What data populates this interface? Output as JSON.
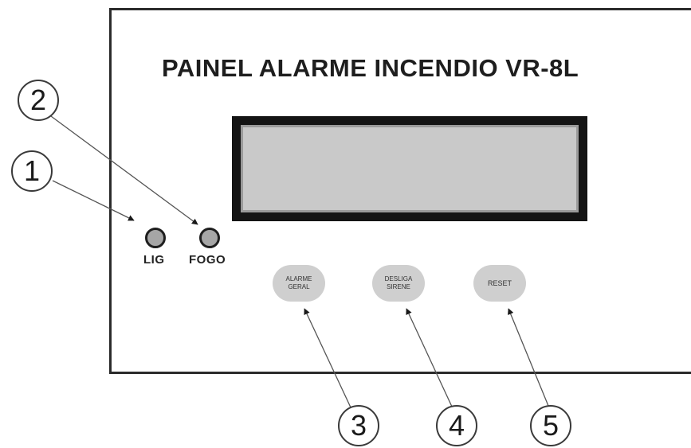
{
  "panel": {
    "title": "PAINEL ALARME INCENDIO VR-8L"
  },
  "display": {
    "text": ""
  },
  "leds": [
    {
      "label": "LIG",
      "color": "#a6a6a6"
    },
    {
      "label": "FOGO",
      "color": "#a6a6a6"
    }
  ],
  "buttons": [
    {
      "line1": "ALARME",
      "line2": "GERAL"
    },
    {
      "line1": "DESLIGA",
      "line2": "SIRENE"
    },
    {
      "line1": "RESET",
      "line2": ""
    }
  ],
  "callouts": [
    "1",
    "2",
    "3",
    "4",
    "5"
  ],
  "colors": {
    "frame": "#2b2b2b",
    "display_border": "#141414",
    "display_fill": "#c9c9c9",
    "button_fill": "#cfcfcf"
  }
}
